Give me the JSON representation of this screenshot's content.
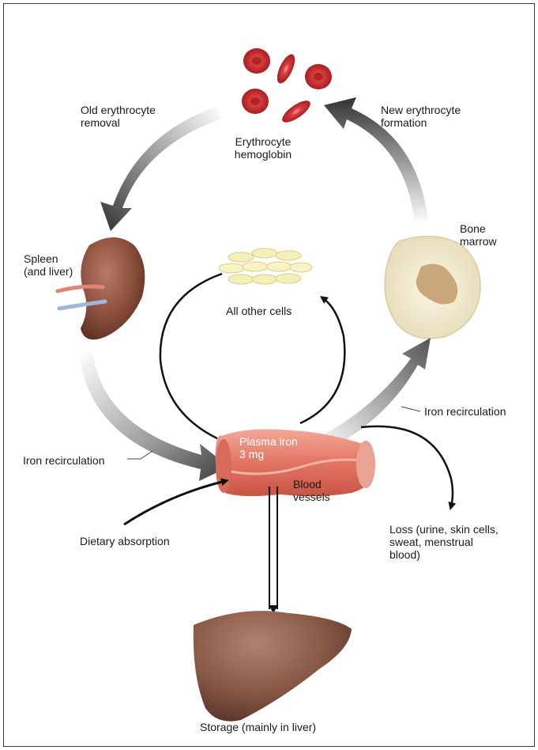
{
  "labels": {
    "old_removal": "Old erythrocyte\nremoval",
    "erythrocyte": "Erythrocyte\nhemoglobin",
    "new_formation": "New erythrocyte\nformation",
    "spleen": "Spleen\n(and liver)",
    "bone_marrow": "Bone\nmarrow",
    "other_cells": "All other cells",
    "iron_recirc_right": "Iron recirculation",
    "plasma_iron": "Plasma iron\n3 mg",
    "iron_recirc_left": "Iron recirculation",
    "blood_vessels": "Blood\nvessels",
    "loss": "Loss (urine, skin cells,\nsweat, menstrual\nblood)",
    "dietary": "Dietary absorption",
    "storage": "Storage (mainly in liver)"
  },
  "colors": {
    "rbc": "#c8282a",
    "vessel": "#e07a6e",
    "organ": "#7a4a3a",
    "marrow": "#f2ead0",
    "arrow_dark": "#3a3a3a"
  }
}
